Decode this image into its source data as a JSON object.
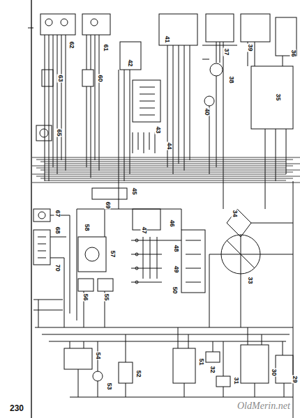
{
  "diagram": {
    "labels": [
      "36",
      "39",
      "37",
      "38",
      "41",
      "42",
      "43",
      "44",
      "40",
      "35",
      "62",
      "61",
      "63",
      "60",
      "65",
      "69",
      "45",
      "67",
      "68",
      "70",
      "58",
      "57",
      "56",
      "55",
      "47",
      "46",
      "48",
      "49",
      "50",
      "34",
      "33",
      "54",
      "53",
      "52",
      "51",
      "32",
      "31",
      "30",
      "29",
      "230",
      "OldMerin.net"
    ]
  }
}
